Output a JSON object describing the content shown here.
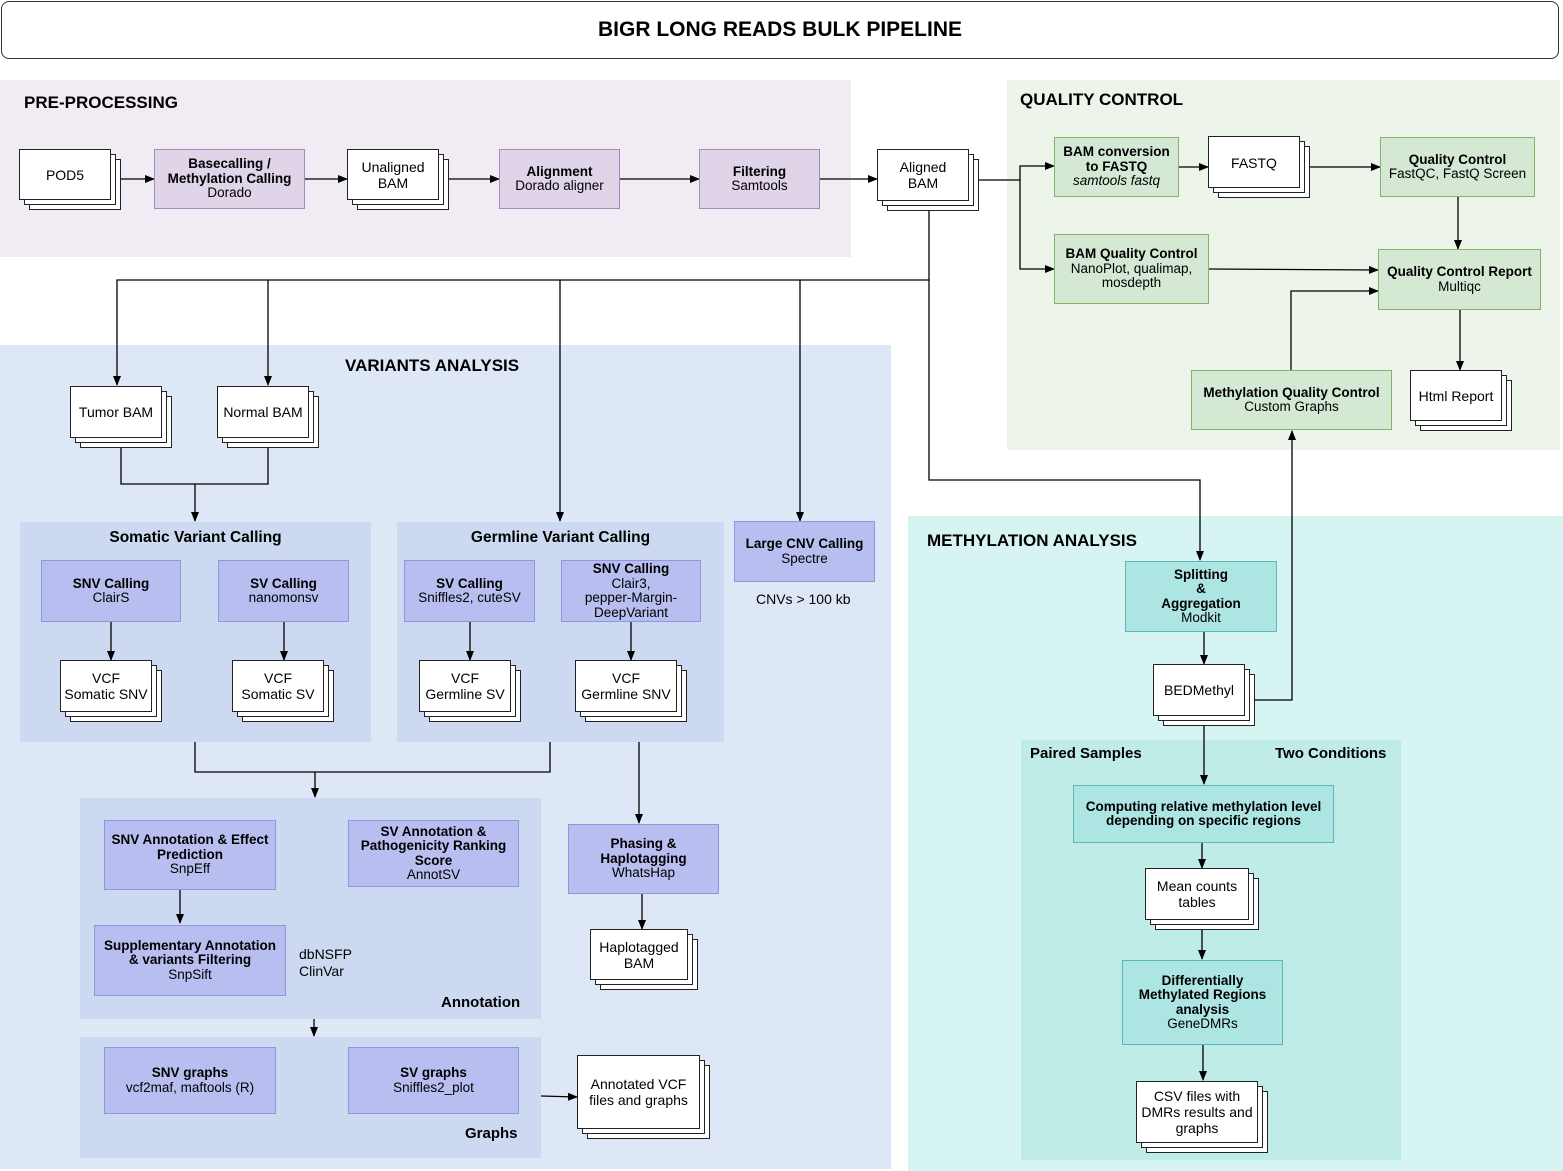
{
  "title": "BIGR LONG READS BULK PIPELINE",
  "sections": {
    "preprocessing": "PRE-PROCESSING",
    "quality_control": "QUALITY CONTROL",
    "variants": "VARIANTS ANALYSIS",
    "methylation": "METHYLATION ANALYSIS"
  },
  "groups": {
    "somatic": "Somatic Variant Calling",
    "germline": "Germline Variant Calling",
    "annotation": "Annotation",
    "graphs": "Graphs",
    "paired": "Paired Samples",
    "two_conditions": "Two Conditions"
  },
  "data_items": {
    "pod5": "POD5",
    "unaligned_bam_1": "Unaligned",
    "unaligned_bam_2": "BAM",
    "aligned_bam_1": "Aligned",
    "aligned_bam_2": "BAM",
    "fastq": "FASTQ",
    "html_report": "Html Report",
    "tumor_bam": "Tumor BAM",
    "normal_bam": "Normal BAM",
    "vcf_somatic_snv_1": "VCF",
    "vcf_somatic_snv_2": "Somatic SNV",
    "vcf_somatic_sv_1": "VCF",
    "vcf_somatic_sv_2": "Somatic SV",
    "vcf_germline_sv_1": "VCF",
    "vcf_germline_sv_2": "Germline SV",
    "vcf_germline_snv_1": "VCF",
    "vcf_germline_snv_2": "Germline SNV",
    "haplotagged_bam_1": "Haplotagged",
    "haplotagged_bam_2": "BAM",
    "annotated_vcf_1": "Annotated VCF",
    "annotated_vcf_2": "files and graphs",
    "bedmethyl": "BEDMethyl",
    "mean_counts_1": "Mean counts",
    "mean_counts_2": "tables",
    "csv_dmr_1": "CSV files with",
    "csv_dmr_2": "DMRs results and",
    "csv_dmr_3": "graphs"
  },
  "processes": {
    "basecalling": {
      "name_1": "Basecalling /",
      "name_2": "Methylation Calling",
      "tool": "Dorado"
    },
    "alignment": {
      "name": "Alignment",
      "tool": "Dorado aligner"
    },
    "filtering": {
      "name": "Filtering",
      "tool": "Samtools"
    },
    "bam_to_fastq": {
      "name_1": "BAM conversion",
      "name_2": "to FASTQ",
      "tool": "samtools fastq"
    },
    "bam_qc": {
      "name": "BAM Quality Control",
      "tool_1": "NanoPlot, qualimap,",
      "tool_2": "mosdepth"
    },
    "qc": {
      "name": "Quality Control",
      "tool": "FastQC, FastQ Screen"
    },
    "qc_report": {
      "name": "Quality Control Report",
      "tool": "Multiqc"
    },
    "meth_qc": {
      "name": "Methylation Quality Control",
      "tool": "Custom Graphs"
    },
    "somatic_snv": {
      "name": "SNV Calling",
      "tool": "ClairS"
    },
    "somatic_sv": {
      "name": "SV Calling",
      "tool": "nanomonsv"
    },
    "germline_sv": {
      "name": "SV Calling",
      "tool": "Sniffles2, cuteSV"
    },
    "germline_snv": {
      "name": "SNV Calling",
      "tool_1": "Clair3,",
      "tool_2": "pepper-Margin-",
      "tool_3": "DeepVariant"
    },
    "large_cnv": {
      "name": "Large CNV Calling",
      "tool": "Spectre"
    },
    "snv_annot": {
      "name_1": "SNV Annotation & Effect",
      "name_2": "Prediction",
      "tool": "SnpEff"
    },
    "sv_annot": {
      "name_1": "SV Annotation &",
      "name_2": "Pathogenicity Ranking",
      "name_3": "Score",
      "tool": "AnnotSV"
    },
    "supp_annot": {
      "name_1": "Supplementary Annotation",
      "name_2": "& variants Filtering",
      "tool": "SnpSift"
    },
    "phasing": {
      "name_1": "Phasing &",
      "name_2": "Haplotagging",
      "tool": "WhatsHap"
    },
    "snv_graphs": {
      "name": "SNV graphs",
      "tool": "vcf2maf, maftools (R)"
    },
    "sv_graphs": {
      "name": "SV graphs",
      "tool": "Sniffles2_plot"
    },
    "splitting": {
      "name_1": "Splitting",
      "name_2": "&",
      "name_3": "Aggregation",
      "tool": "Modkit"
    },
    "relative_meth": {
      "name_1": "Computing relative methylation level",
      "name_2": "depending on specific regions"
    },
    "dmr": {
      "name_1": "Differentially",
      "name_2": "Methylated Regions",
      "name_3": "analysis",
      "tool": "GeneDMRs"
    }
  },
  "notes": {
    "cnv_threshold": "CNVs > 100 kb",
    "dbnsfp": "dbNSFP",
    "clinvar": "ClinVar"
  },
  "colors": {
    "preprocessing_bg": "#f1ebf3",
    "qc_bg": "#edf5eb",
    "variants_bg": "#dee7f6",
    "methylation_bg": "#d6f4f1",
    "process_purple": "#e0d4e8",
    "process_green": "#d5e8d4",
    "process_blue": "#b8bff0",
    "process_teal": "#ade5e2"
  }
}
